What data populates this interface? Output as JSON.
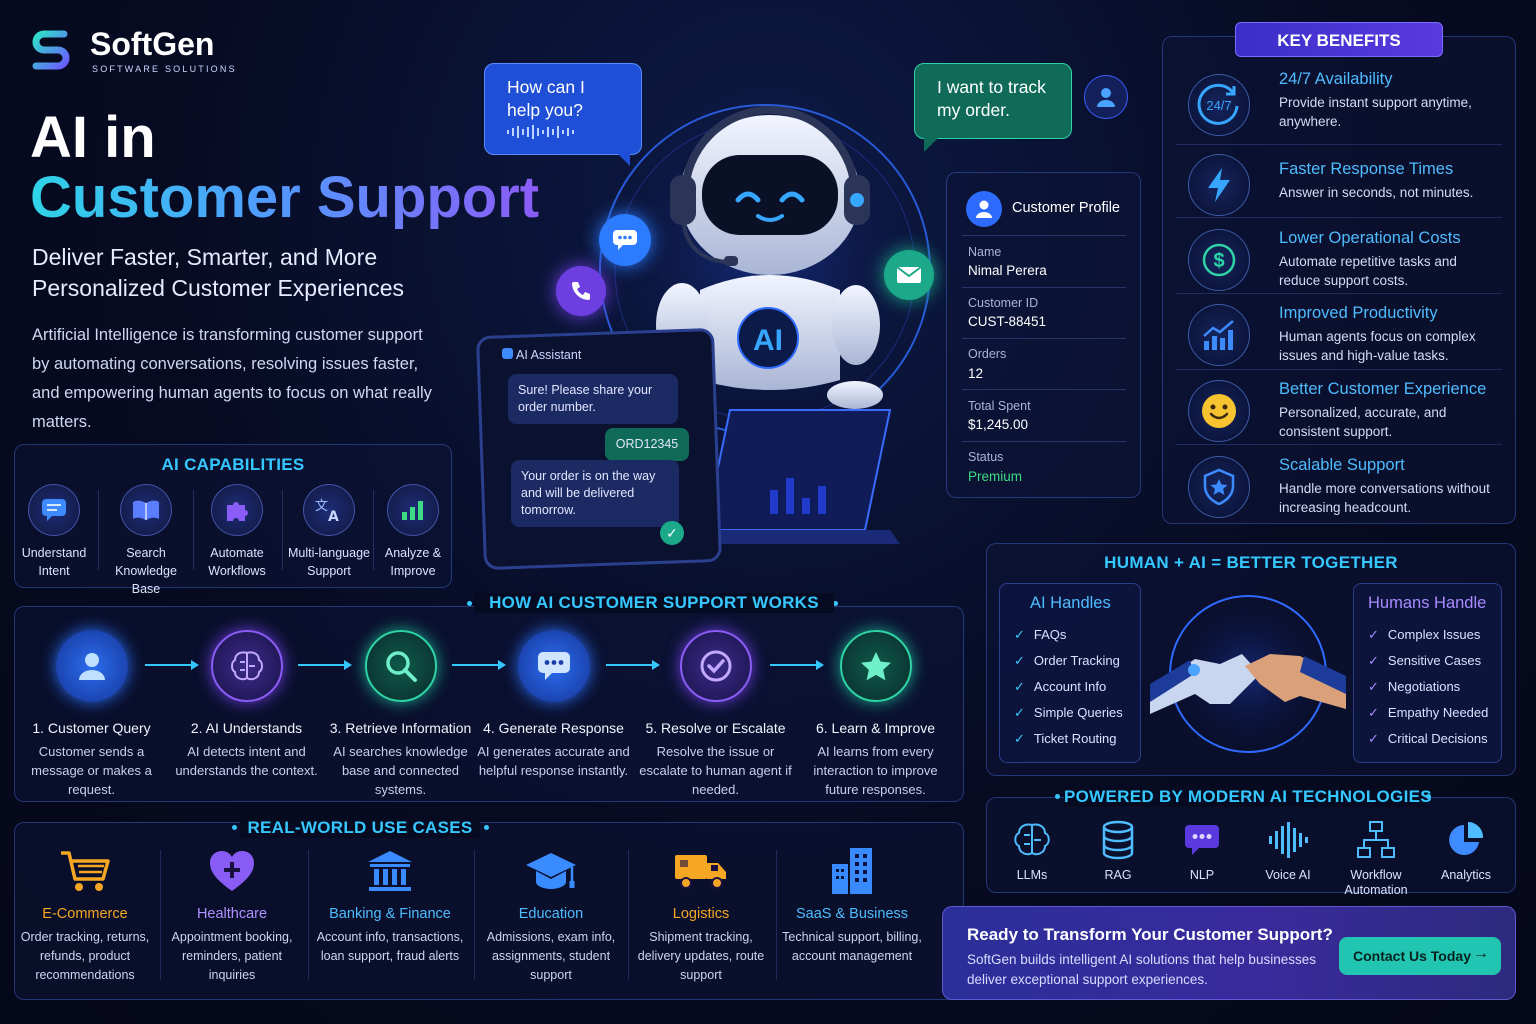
{
  "brand": {
    "name": "SoftGen",
    "tagline": "SOFTWARE SOLUTIONS"
  },
  "hero": {
    "line1": "AI in",
    "line2": "Customer Support",
    "subheadline": "Deliver Faster, Smarter, and More Personalized Customer Experiences",
    "intro": "Artificial Intelligence is transforming customer support by automating conversations, resolving issues faster, and empowering human agents to focus on what really matters."
  },
  "capabilities": {
    "title": "AI CAPABILITIES",
    "items": [
      {
        "label": "Understand Intent",
        "icon": "chat-icon"
      },
      {
        "label": "Search Knowledge Base",
        "icon": "book-icon"
      },
      {
        "label": "Automate Workflows",
        "icon": "puzzle-icon"
      },
      {
        "label": "Multi-language Support",
        "icon": "translate-icon"
      },
      {
        "label": "Analyze & Improve",
        "icon": "bar-chart-icon"
      }
    ]
  },
  "chat": {
    "greeting": "How can I help you?",
    "user_message": "I want to track my order.",
    "assistant_header": "AI Assistant",
    "assistant_reply_1": "Sure! Please share your order number.",
    "user_reply": "ORD12345",
    "assistant_reply_2": "Your order is on the way and will be delivered tomorrow.",
    "robot_badge": "AI"
  },
  "profile": {
    "title": "Customer Profile",
    "fields": [
      {
        "label": "Name",
        "value": "Nimal Perera"
      },
      {
        "label": "Customer ID",
        "value": "CUST-88451"
      },
      {
        "label": "Orders",
        "value": "12"
      },
      {
        "label": "Total Spent",
        "value": "$1,245.00"
      },
      {
        "label": "Status",
        "value": "Premium"
      }
    ],
    "status_color": "#3ddc84"
  },
  "benefits": {
    "title": "KEY BENEFITS",
    "items": [
      {
        "title": "24/7 Availability",
        "desc": "Provide instant support anytime, anywhere.",
        "icon": "clock-24-icon",
        "icon_text": "24/7"
      },
      {
        "title": "Faster Response Times",
        "desc": "Answer in seconds, not minutes.",
        "icon": "lightning-icon"
      },
      {
        "title": "Lower Operational Costs",
        "desc": "Automate repetitive tasks and reduce support costs.",
        "icon": "dollar-icon"
      },
      {
        "title": "Improved Productivity",
        "desc": "Human agents focus on complex issues and high-value tasks.",
        "icon": "growth-chart-icon"
      },
      {
        "title": "Better Customer Experience",
        "desc": "Personalized, accurate, and consistent support.",
        "icon": "smiley-icon"
      },
      {
        "title": "Scalable Support",
        "desc": "Handle more conversations without increasing headcount.",
        "icon": "shield-star-icon"
      }
    ]
  },
  "how_it_works": {
    "title": "HOW AI CUSTOMER SUPPORT WORKS",
    "steps": [
      {
        "title": "1. Customer Query",
        "desc": "Customer sends a message or makes a request.",
        "icon": "user-icon"
      },
      {
        "title": "2. AI Understands",
        "desc": "AI detects intent and understands the context.",
        "icon": "brain-icon"
      },
      {
        "title": "3. Retrieve Information",
        "desc": "AI searches knowledge base and connected systems.",
        "icon": "magnifier-icon"
      },
      {
        "title": "4. Generate Response",
        "desc": "AI generates accurate and helpful response instantly.",
        "icon": "message-icon"
      },
      {
        "title": "5. Resolve or Escalate",
        "desc": "Resolve the issue or escalate to human agent if needed.",
        "icon": "check-circle-icon"
      },
      {
        "title": "6. Learn & Improve",
        "desc": "AI learns from every interaction to improve future responses.",
        "icon": "star-icon"
      }
    ]
  },
  "human_ai": {
    "title": "HUMAN + AI = BETTER TOGETHER",
    "ai_title": "AI Handles",
    "ai_items": [
      "FAQs",
      "Order Tracking",
      "Account Info",
      "Simple Queries",
      "Ticket Routing"
    ],
    "human_title": "Humans Handle",
    "human_items": [
      "Complex Issues",
      "Sensitive Cases",
      "Negotiations",
      "Empathy Needed",
      "Critical Decisions"
    ]
  },
  "use_cases": {
    "title": "REAL-WORLD USE CASES",
    "items": [
      {
        "title": "E-Commerce",
        "desc": "Order tracking, returns, refunds, product recommendations",
        "icon": "cart-icon",
        "color": "#f5a623"
      },
      {
        "title": "Healthcare",
        "desc": "Appointment booking, reminders, patient inquiries",
        "icon": "heart-plus-icon",
        "color": "#8a5cf6"
      },
      {
        "title": "Banking & Finance",
        "desc": "Account info, transactions, loan support, fraud alerts",
        "icon": "bank-icon",
        "color": "#3a8bff"
      },
      {
        "title": "Education",
        "desc": "Admissions, exam info, assignments, student support",
        "icon": "graduation-cap-icon",
        "color": "#3a8bff"
      },
      {
        "title": "Logistics",
        "desc": "Shipment tracking, delivery updates, route support",
        "icon": "truck-icon",
        "color": "#f5a623"
      },
      {
        "title": "SaaS & Business",
        "desc": "Technical support, billing, account management",
        "icon": "buildings-icon",
        "color": "#3a8bff"
      }
    ]
  },
  "technologies": {
    "title": "POWERED BY MODERN AI TECHNOLOGIES",
    "items": [
      {
        "label": "LLMs",
        "icon": "brain-icon"
      },
      {
        "label": "RAG",
        "icon": "database-icon"
      },
      {
        "label": "NLP",
        "icon": "chat-dots-icon"
      },
      {
        "label": "Voice AI",
        "icon": "waveform-icon"
      },
      {
        "label": "Workflow Automation",
        "icon": "workflow-icon"
      },
      {
        "label": "Analytics",
        "icon": "pie-chart-icon"
      }
    ]
  },
  "cta": {
    "title": "Ready to Transform Your Customer Support?",
    "desc": "SoftGen builds intelligent AI solutions that help businesses deliver exceptional support experiences.",
    "button": "Contact Us Today"
  },
  "colors": {
    "accent_cyan": "#35c8ff",
    "accent_purple": "#8b5cf6",
    "button_teal": "#21c5b2",
    "background": "#070b22"
  }
}
